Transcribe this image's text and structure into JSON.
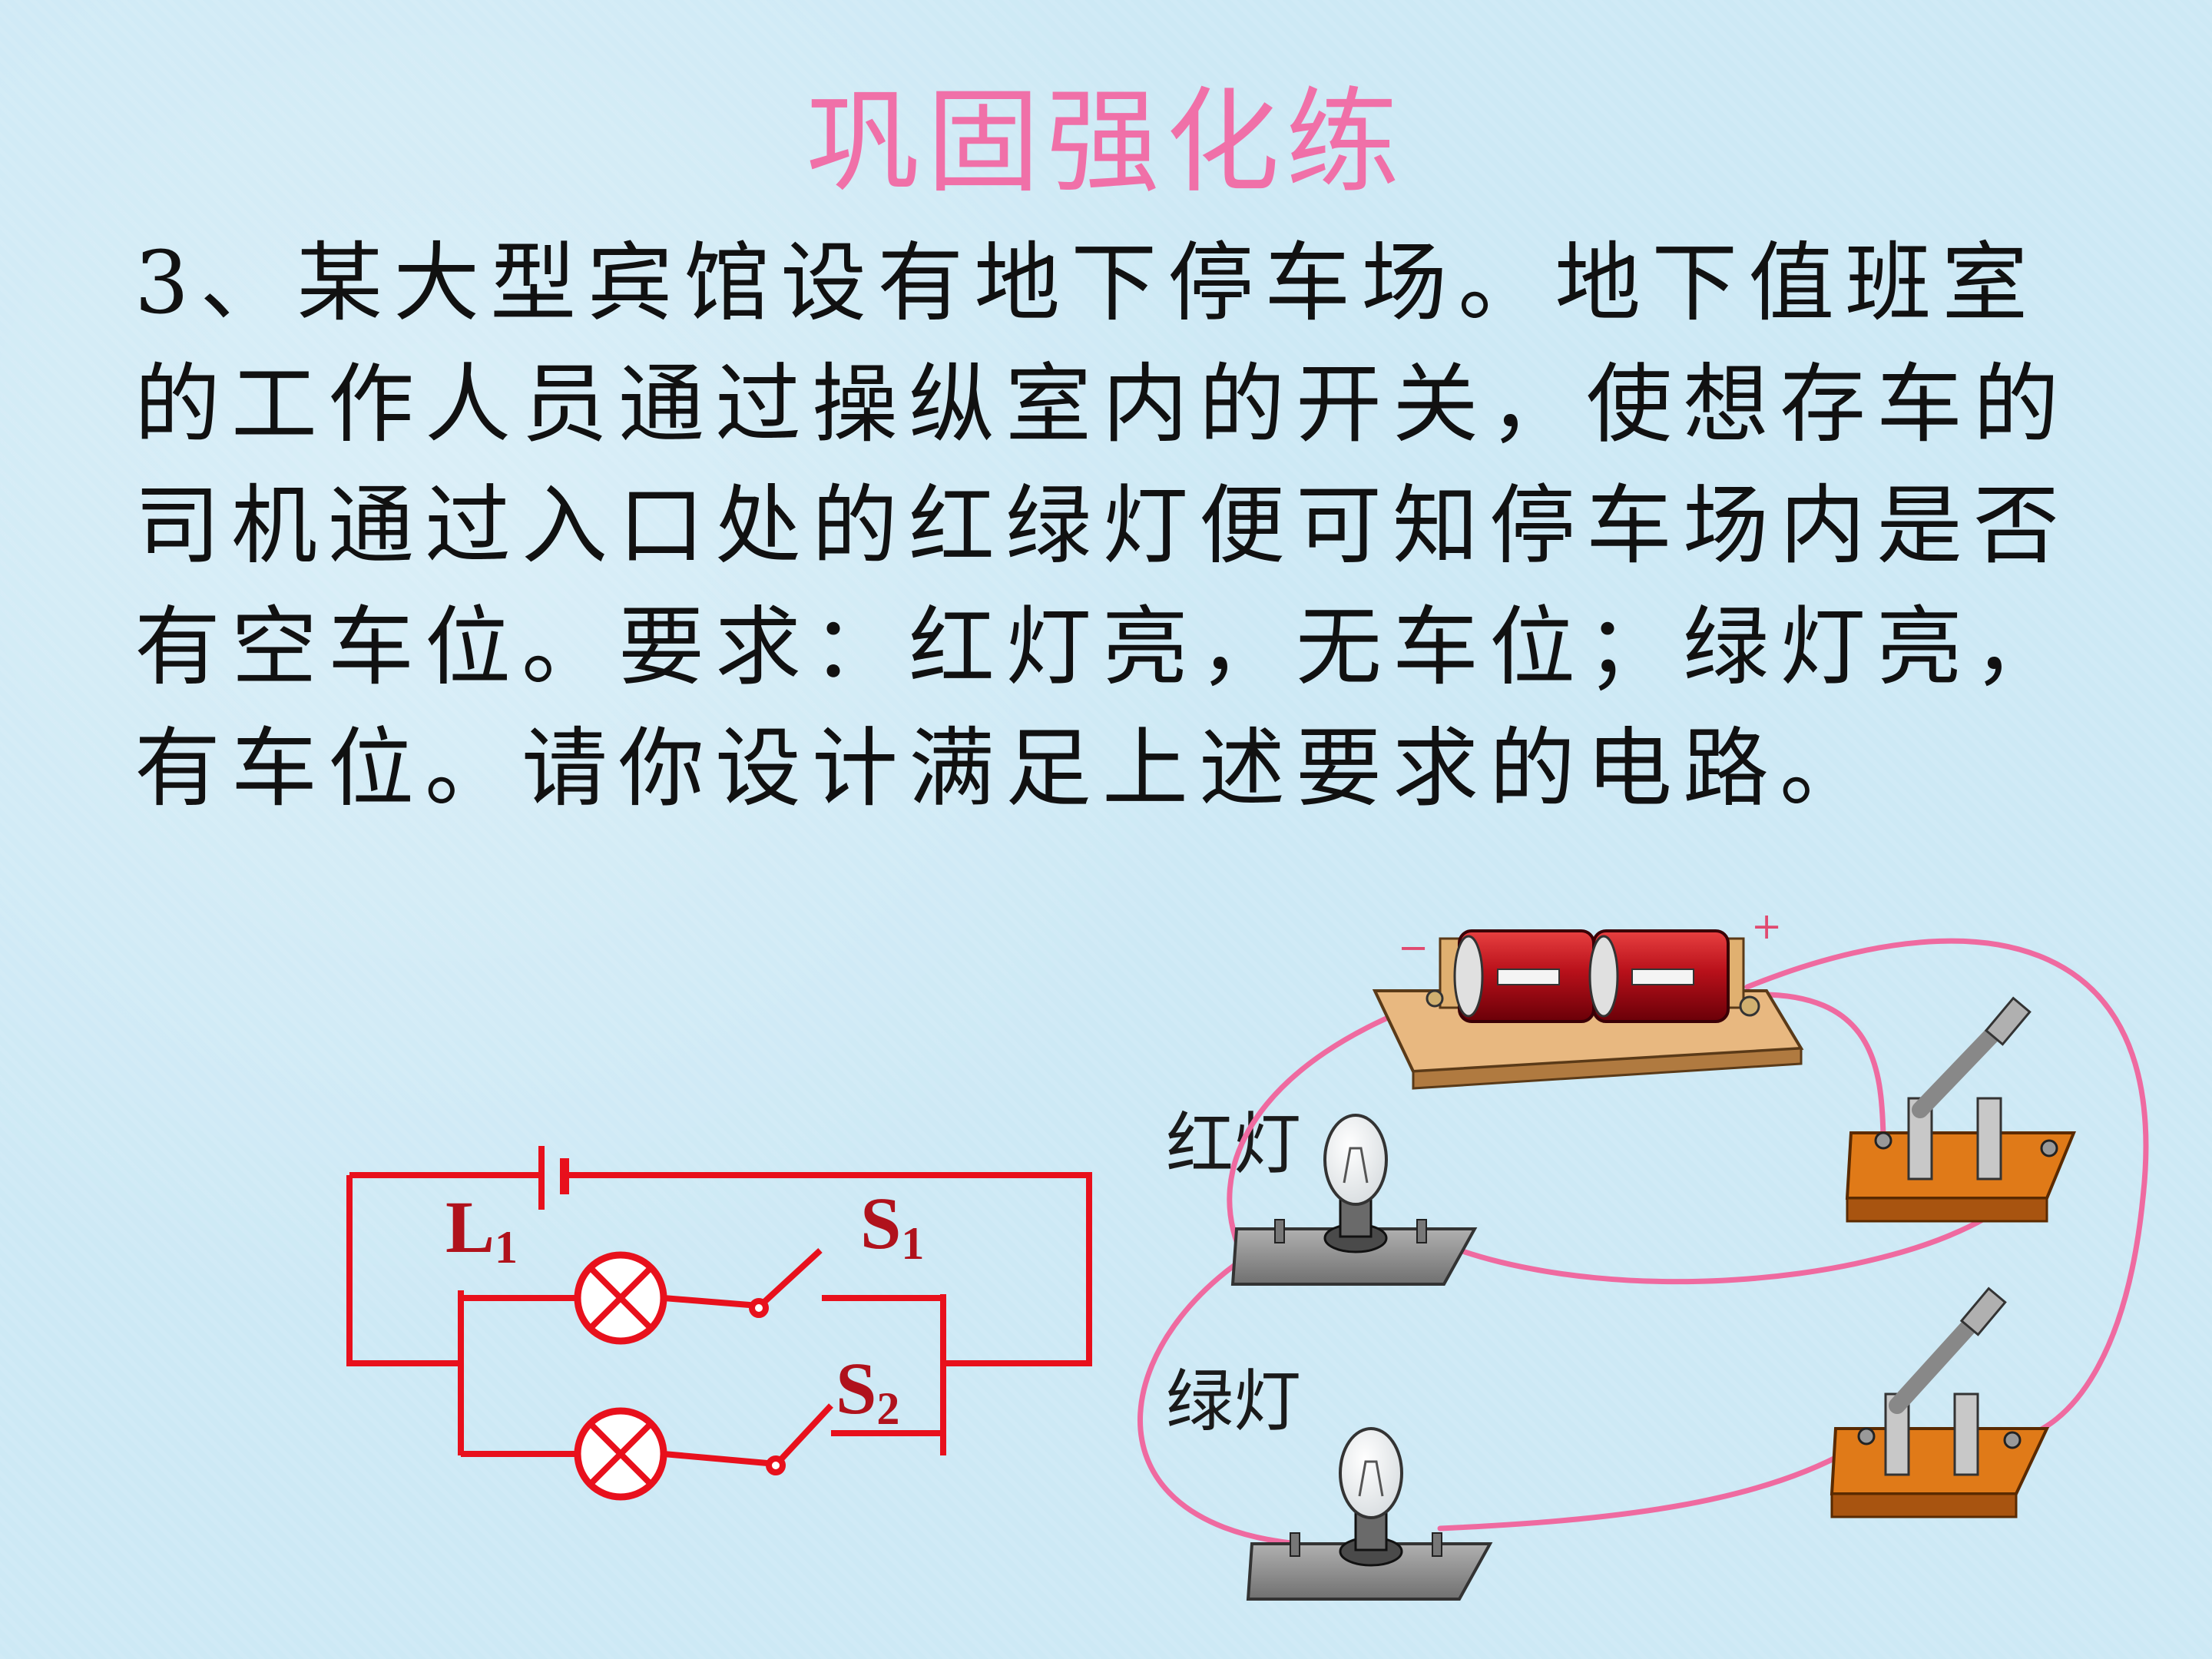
{
  "title": "巩固强化练",
  "question": "3、某大型宾馆设有地下停车场。地下值班室的工作人员通过操纵室内的开关，使想存车的司机通过入口处的红绿灯便可知停车场内是否有空车位。要求：红灯亮，无车位；绿灯亮，有车位。请你设计满足上述要求的电路。",
  "schematic": {
    "lamp_label": "L",
    "lamp_sub": "1",
    "switch1_label": "S",
    "switch1_sub": "1",
    "switch2_label": "S",
    "switch2_sub": "2"
  },
  "physical": {
    "red_lamp_label": "红灯",
    "green_lamp_label": "绿灯",
    "battery_minus": "−",
    "battery_plus": "+"
  },
  "colors": {
    "title": "#f070a8",
    "schematic_wire": "#e8101c",
    "physical_wire": "#ef6aa0",
    "board": "#e07a18",
    "battery": "#c8101c"
  }
}
